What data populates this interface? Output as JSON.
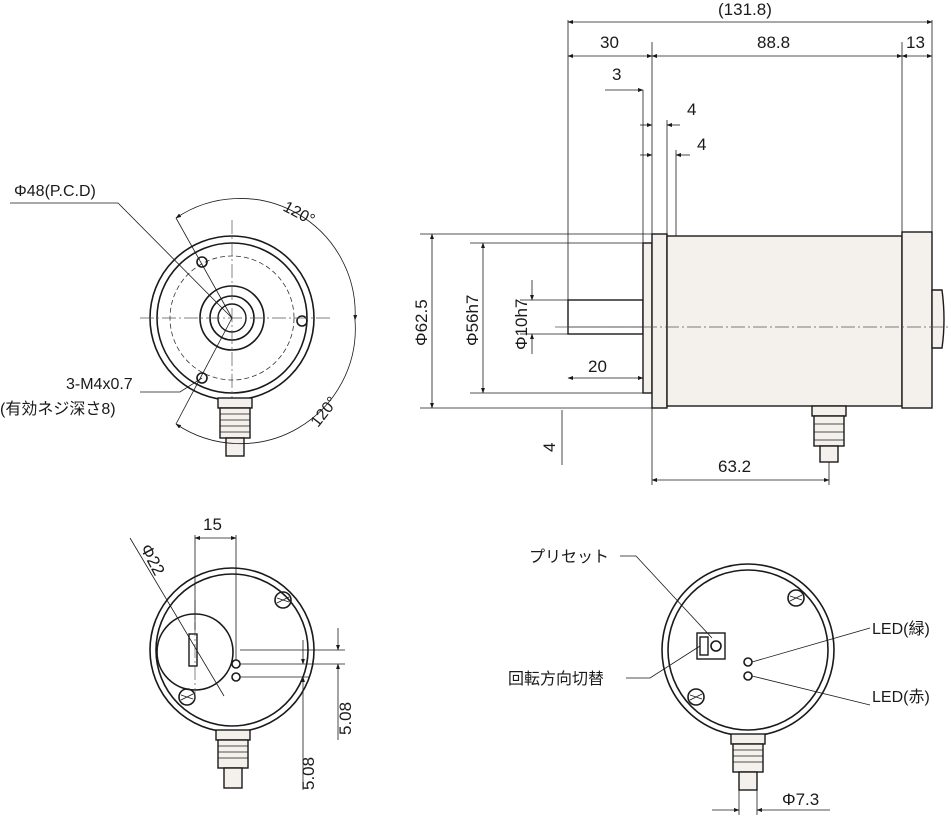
{
  "dimensions": {
    "total_length": "(131.8)",
    "flange_to_shaft_end": "30",
    "body_length": "88.8",
    "rear_cap": "13",
    "shaft_step": "3",
    "flange_thickness_a": "4",
    "flange_thickness_b": "4",
    "shaft_length": "20",
    "housing_dia": "Φ62.5",
    "spigot_dia": "Φ56h7",
    "shaft_dia": "Φ10h7",
    "key_offset": "4",
    "cable_position": "63.2",
    "pcd": "Φ48(P.C.D)",
    "angle_top": "120°",
    "angle_bottom": "120°",
    "tapped_holes_line1": "3-M4x0.7",
    "tapped_holes_line2": "(有効ネジ深さ8)",
    "rear_offset": "15",
    "cover_dia": "Φ22",
    "led_pitch_a": "5.08",
    "led_pitch_b": "5.08",
    "cable_dia": "Φ7.3"
  },
  "labels": {
    "preset": "プリセット",
    "direction_switch": "回転方向切替",
    "led_green": "LED(緑)",
    "led_red": "LED(赤)"
  }
}
